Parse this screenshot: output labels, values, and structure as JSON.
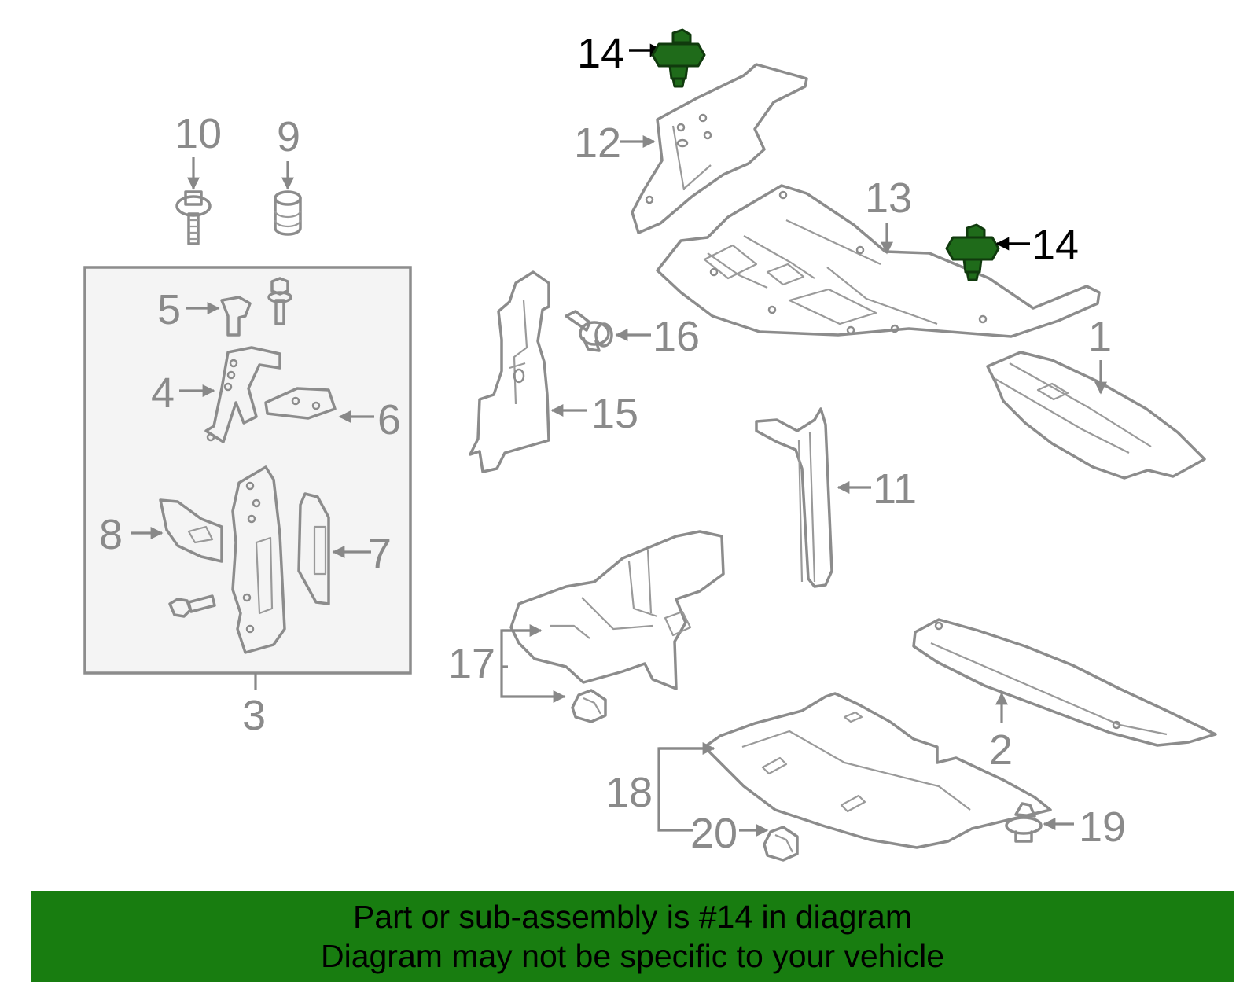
{
  "callouts": {
    "c1": "1",
    "c2": "2",
    "c3": "3",
    "c4": "4",
    "c5": "5",
    "c6": "6",
    "c7": "7",
    "c8": "8",
    "c9": "9",
    "c10": "10",
    "c11": "11",
    "c12": "12",
    "c13": "13",
    "c14a": "14",
    "c14b": "14",
    "c15": "15",
    "c16": "16",
    "c17": "17",
    "c18": "18",
    "c19": "19",
    "c20": "20"
  },
  "highlight": {
    "part_number": "14",
    "color": "#1f6b1a"
  },
  "banner": {
    "line1": "Part or sub-assembly is #14 in diagram",
    "line2": "Diagram may not be specific to your vehicle",
    "background": "#187d10"
  }
}
